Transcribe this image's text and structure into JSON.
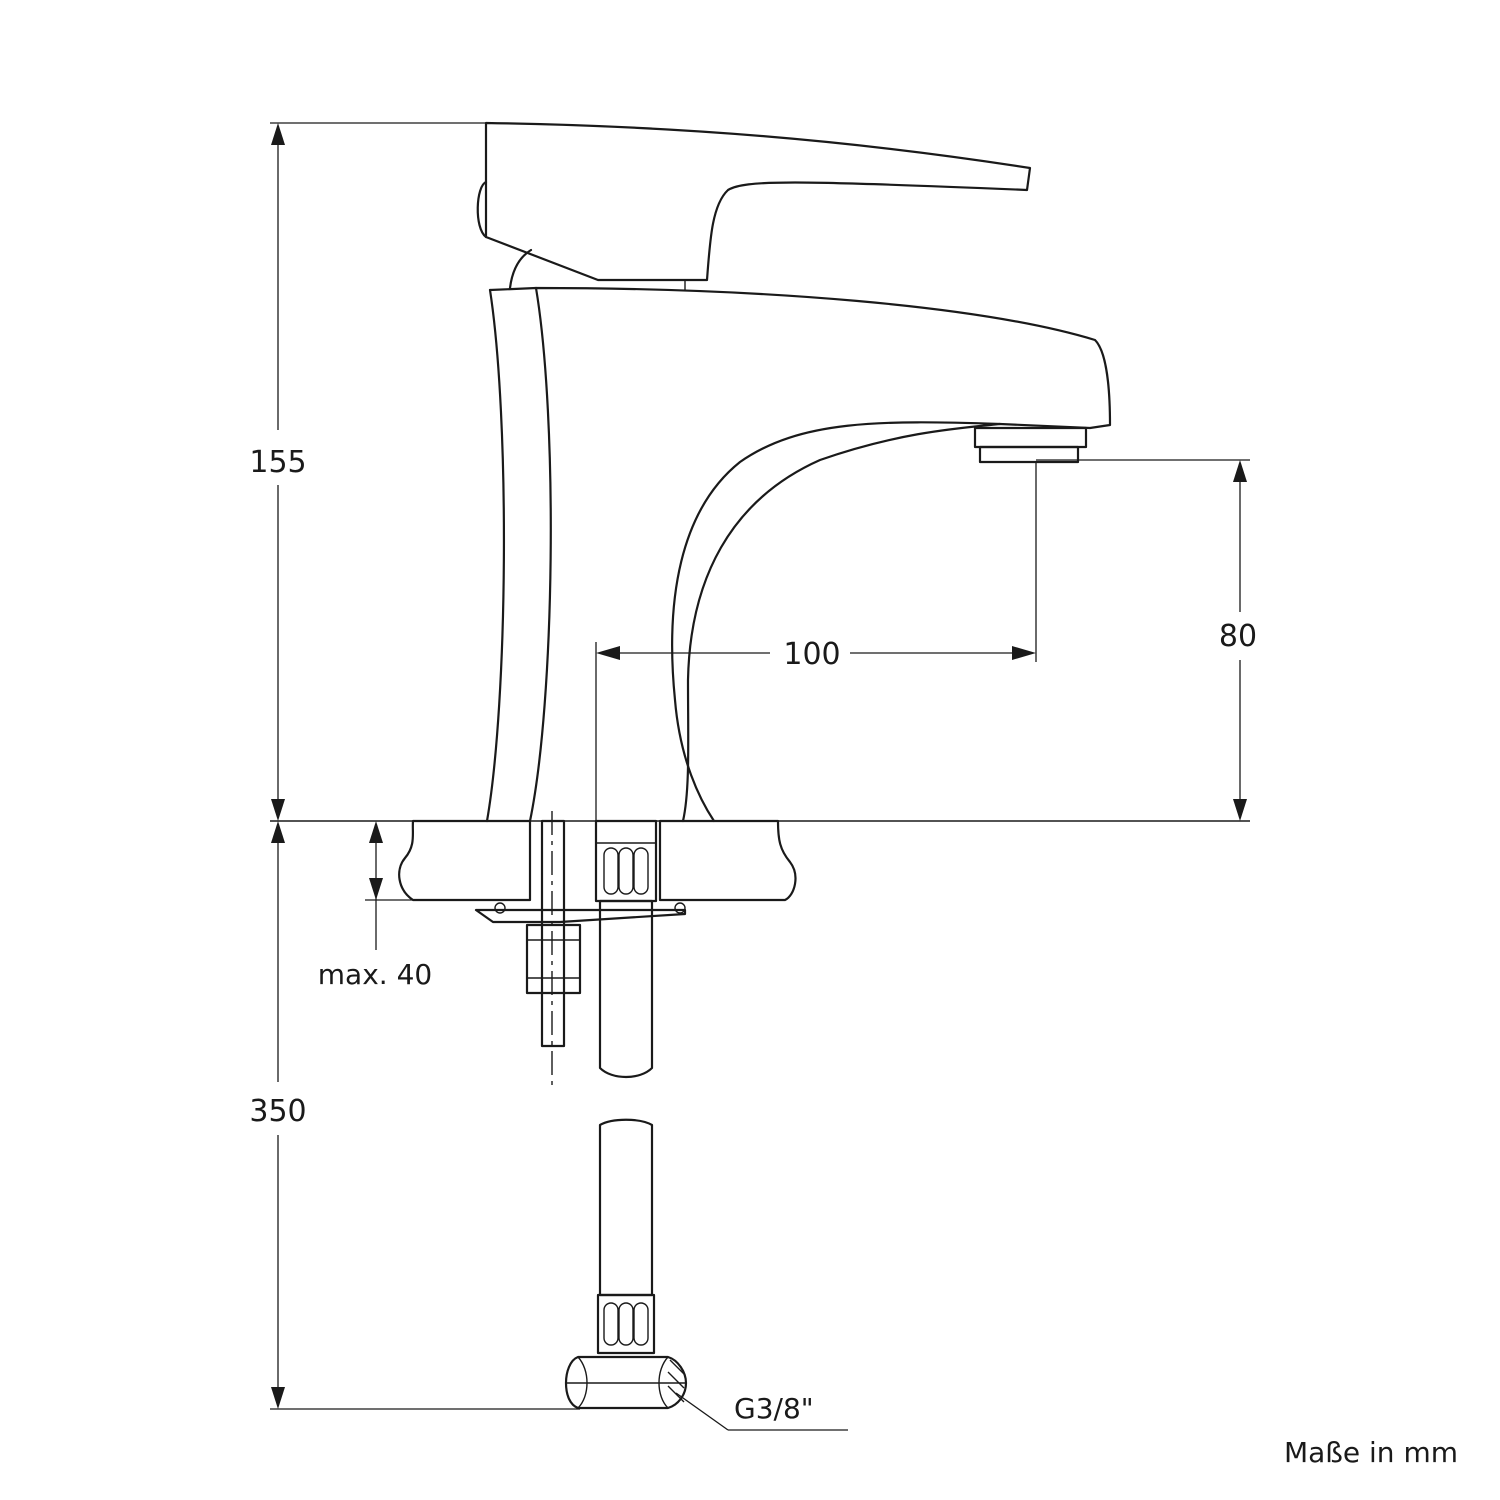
{
  "dimensions": {
    "total_height": "155",
    "spout_height": "80",
    "spout_reach": "100",
    "hose_length": "350",
    "max_counter_thickness": "max. 40",
    "thread": "G3/8\""
  },
  "footer": {
    "units_note": "Maße in mm"
  },
  "colors": {
    "line": "#1a1a1a",
    "background": "#ffffff"
  }
}
